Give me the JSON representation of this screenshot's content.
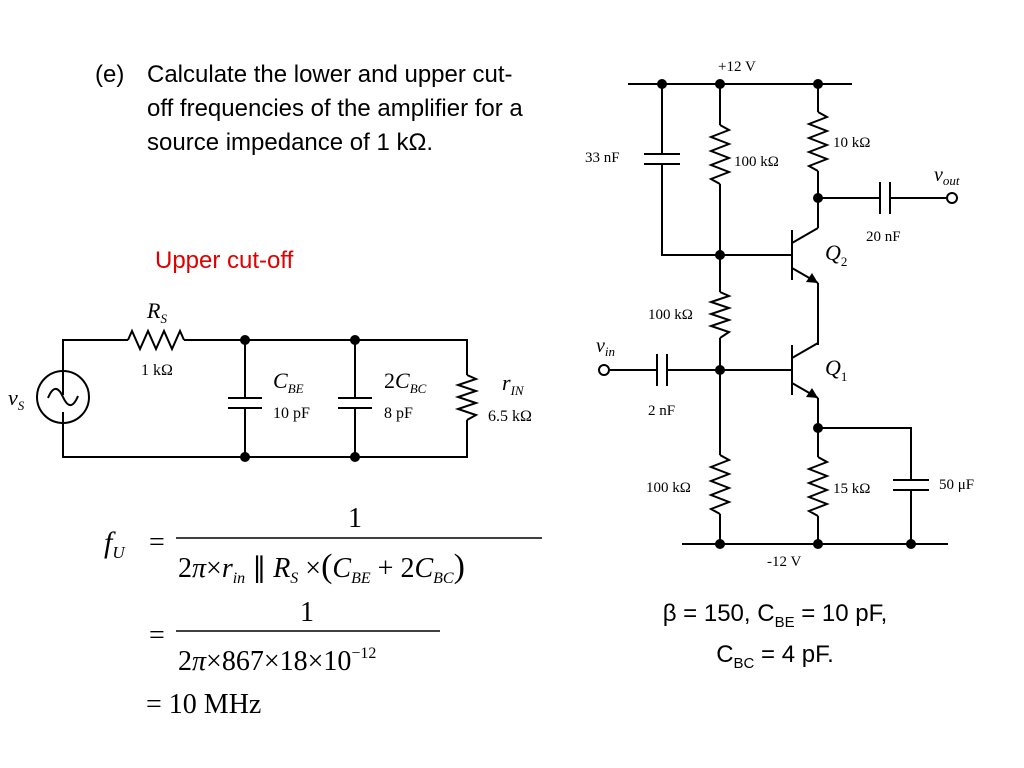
{
  "question": {
    "label": "(e)",
    "text": "Calculate the lower and upper cut-off frequencies of the amplifier for a source impedance of 1 kΩ."
  },
  "section_title": "Upper cut-off",
  "small_signal": {
    "source_label": "vS",
    "rs_label": "RS",
    "rs_value": "1 kΩ",
    "cbe_label": "CBE",
    "cbe_value": "10 pF",
    "cbc_label": "2CBC",
    "cbc_value": "8 pF",
    "rin_label": "rIN",
    "rin_value": "6.5 kΩ"
  },
  "equations": {
    "lhs": "fU",
    "line1_numerator": "1",
    "line1_denominator": "2π × rin ∥ RS × (CBE + 2CBC)",
    "line2_numerator": "1",
    "line2_denominator": "2π × 867 × 18 × 10^-12",
    "line3": "= 10 MHz"
  },
  "amplifier": {
    "supply_pos": "+12 V",
    "supply_neg": "-12 V",
    "c_top": "33 nF",
    "r_top_bias": "100 kΩ",
    "r_collector": "10 kΩ",
    "vout_label": "vout",
    "c_out": "20 nF",
    "q2_label": "Q2",
    "r_mid_bias": "100 kΩ",
    "vin_label": "vin",
    "c_in": "2 nF",
    "q1_label": "Q1",
    "r_bottom_bias": "100 kΩ",
    "r_emitter": "15 kΩ",
    "c_emitter": "50 μF"
  },
  "parameters": {
    "line1_prefix": "β = 150, C",
    "line1_sub": "BE",
    "line1_suffix": " = 10 pF,",
    "line2_prefix": "C",
    "line2_sub": "BC",
    "line2_suffix": " = 4 pF."
  }
}
